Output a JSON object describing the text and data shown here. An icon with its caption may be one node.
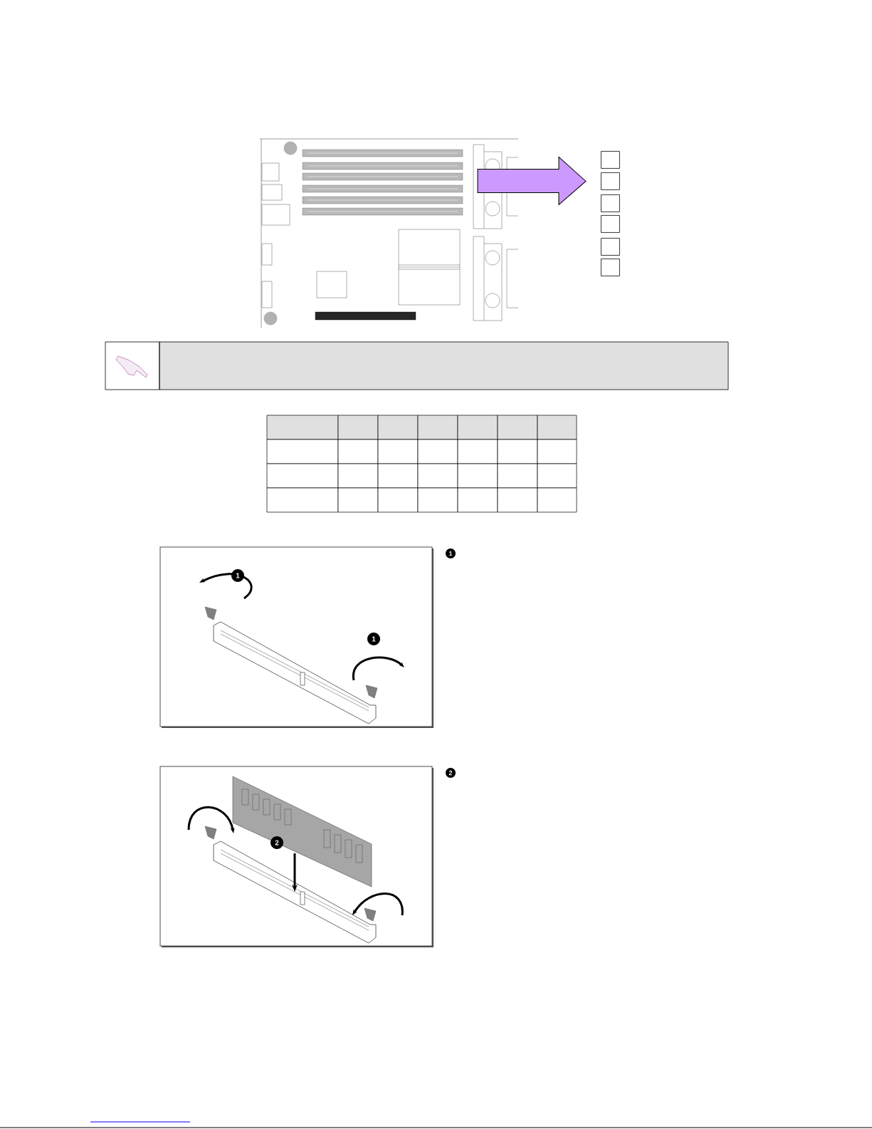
{
  "diagram": {
    "nodes": [
      {
        "text": [],
        "shape": "picture"
      },
      {
        "text": [],
        "shape": "box"
      },
      {
        "text": [],
        "shape": "box"
      },
      {
        "text": [],
        "shape": "box"
      },
      {
        "text": [],
        "shape": "box"
      },
      {
        "text": [],
        "shape": "box"
      },
      {
        "text": [],
        "shape": "box"
      }
    ],
    "edges": [
      {
        "from": 0,
        "to": 2,
        "arrow": "to",
        "color": "#cc99ff"
      }
    ],
    "labels": [
      "1",
      "1",
      "1",
      "2",
      "2"
    ]
  }
}
